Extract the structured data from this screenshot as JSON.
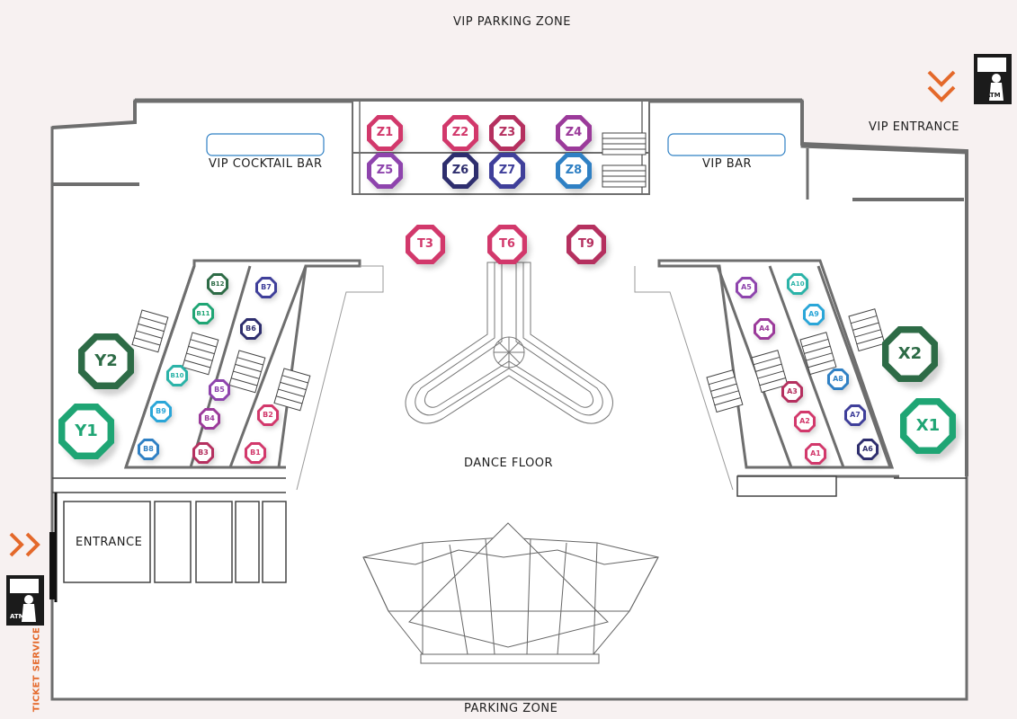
{
  "labels": {
    "vip_parking_zone": "VIP PARKING ZONE",
    "parking_zone": "PARKING ZONE",
    "vip_entrance": "VIP ENTRANCE",
    "vip_cocktail_bar": "VIP COCKTAIL BAR",
    "vip_bar": "VIP BAR",
    "dance_floor": "DANCE FLOOR",
    "entrance": "ENTRANCE",
    "ticket_service": "TICKET SERVICE",
    "atm": "ATM"
  },
  "colors": {
    "background": "#f7f1f1",
    "wall": "#6e6e6e",
    "floor": "#ffffff",
    "arrow": "#e4692b",
    "label": "#1e1e1e"
  },
  "tables": [
    {
      "id": "Z1",
      "color": "#d2386b"
    },
    {
      "id": "Z2",
      "color": "#d2386b"
    },
    {
      "id": "Z3",
      "color": "#b5305f"
    },
    {
      "id": "Z4",
      "color": "#9b3a9a"
    },
    {
      "id": "Z5",
      "color": "#8e44ad"
    },
    {
      "id": "Z6",
      "color": "#2e2e6e"
    },
    {
      "id": "Z7",
      "color": "#3f3f9a"
    },
    {
      "id": "Z8",
      "color": "#2f80c4"
    },
    {
      "id": "T3",
      "color": "#d2386b"
    },
    {
      "id": "T6",
      "color": "#d2386b"
    },
    {
      "id": "T9",
      "color": "#b5305f"
    },
    {
      "id": "Y1",
      "color": "#1fa574"
    },
    {
      "id": "Y2",
      "color": "#2d6b46"
    },
    {
      "id": "X1",
      "color": "#1fa574"
    },
    {
      "id": "X2",
      "color": "#2d6b46"
    },
    {
      "id": "B1",
      "color": "#d2386b"
    },
    {
      "id": "B2",
      "color": "#d2386b"
    },
    {
      "id": "B3",
      "color": "#b5305f"
    },
    {
      "id": "B4",
      "color": "#9b3a9a"
    },
    {
      "id": "B5",
      "color": "#8e44ad"
    },
    {
      "id": "B6",
      "color": "#2e2e6e"
    },
    {
      "id": "B7",
      "color": "#3f3f9a"
    },
    {
      "id": "B8",
      "color": "#2f80c4"
    },
    {
      "id": "B9",
      "color": "#2aa6d8"
    },
    {
      "id": "B10",
      "color": "#2bb3a8"
    },
    {
      "id": "B11",
      "color": "#1fa574"
    },
    {
      "id": "B12",
      "color": "#2d6b46"
    },
    {
      "id": "A1",
      "color": "#d2386b"
    },
    {
      "id": "A2",
      "color": "#d2386b"
    },
    {
      "id": "A3",
      "color": "#b5305f"
    },
    {
      "id": "A4",
      "color": "#9b3a9a"
    },
    {
      "id": "A5",
      "color": "#8e44ad"
    },
    {
      "id": "A6",
      "color": "#2e2e6e"
    },
    {
      "id": "A7",
      "color": "#3f3f9a"
    },
    {
      "id": "A8",
      "color": "#2f80c4"
    },
    {
      "id": "A9",
      "color": "#2aa6d8"
    },
    {
      "id": "A10",
      "color": "#2bb3a8"
    }
  ]
}
